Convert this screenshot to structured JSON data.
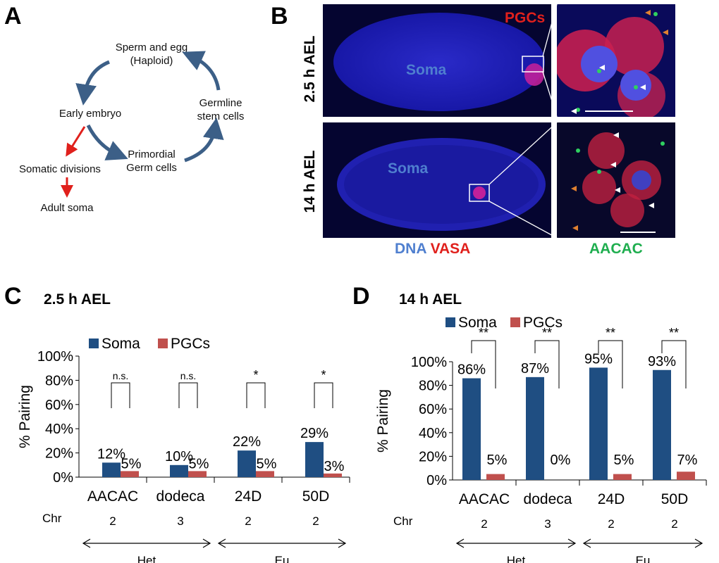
{
  "panels": {
    "a": "A",
    "b": "B",
    "c": "C",
    "d": "D"
  },
  "cycle": {
    "sperm_egg": [
      "Sperm and egg",
      "(Haploid)"
    ],
    "germline": [
      "Germline",
      "stem cells"
    ],
    "early_embryo": "Early embryo",
    "primordial": [
      "Primordial",
      "Germ cells"
    ],
    "somatic": "Somatic divisions",
    "adult": "Adult soma",
    "colors": {
      "cycle_arrow": "#3c5f87",
      "soma_arrow": "#e0201c"
    }
  },
  "micro": {
    "row1_label": "2.5 h AEL",
    "row2_label": "14 h AEL",
    "pgcs": "PGCs",
    "soma": "Soma",
    "dna": "DNA",
    "vasa": "VASA",
    "aacac": "AACAC",
    "colors": {
      "dna": "#4f7fcf",
      "vasa": "#e0201c",
      "aacac": "#1fae4f",
      "pgc": "#e0201c"
    }
  },
  "chart_data": [
    {
      "type": "bar",
      "title": "2.5 h AEL",
      "ylabel": "% Pairing",
      "ylim": [
        0,
        100
      ],
      "yticks": [
        "0%",
        "20%",
        "40%",
        "60%",
        "80%",
        "100%"
      ],
      "categories": [
        "AACAC",
        "dodeca",
        "24D",
        "50D"
      ],
      "chr_label": "Chr",
      "chr": [
        "2",
        "3",
        "2",
        "2"
      ],
      "groups": [
        {
          "label": "Het",
          "span": [
            0,
            1
          ]
        },
        {
          "label": "Eu",
          "span": [
            2,
            3
          ]
        }
      ],
      "series": [
        {
          "name": "Soma",
          "color": "#1f4e82",
          "values": [
            12,
            10,
            22,
            29
          ],
          "labels": [
            "12%",
            "10%",
            "22%",
            "29%"
          ]
        },
        {
          "name": "PGCs",
          "color": "#c0504d",
          "values": [
            5,
            5,
            5,
            3
          ],
          "labels": [
            "5%",
            "5%",
            "5%",
            "3%"
          ]
        }
      ],
      "significance": [
        "n.s.",
        "n.s.",
        "*",
        "*"
      ],
      "legend": "top-left"
    },
    {
      "type": "bar",
      "title": "14 h AEL",
      "ylabel": "% Pairing",
      "ylim": [
        0,
        100
      ],
      "yticks": [
        "0%",
        "20%",
        "40%",
        "60%",
        "80%",
        "100%"
      ],
      "categories": [
        "AACAC",
        "dodeca",
        "24D",
        "50D"
      ],
      "chr_label": "Chr",
      "chr": [
        "2",
        "3",
        "2",
        "2"
      ],
      "groups": [
        {
          "label": "Het",
          "span": [
            0,
            1
          ]
        },
        {
          "label": "Eu",
          "span": [
            2,
            3
          ]
        }
      ],
      "series": [
        {
          "name": "Soma",
          "color": "#1f4e82",
          "values": [
            86,
            87,
            95,
            93
          ],
          "labels": [
            "86%",
            "87%",
            "95%",
            "93%"
          ]
        },
        {
          "name": "PGCs",
          "color": "#c0504d",
          "values": [
            5,
            0,
            5,
            7
          ],
          "labels": [
            "5%",
            "0%",
            "5%",
            "7%"
          ]
        }
      ],
      "significance": [
        "**",
        "**",
        "**",
        "**"
      ],
      "legend": "top"
    }
  ]
}
